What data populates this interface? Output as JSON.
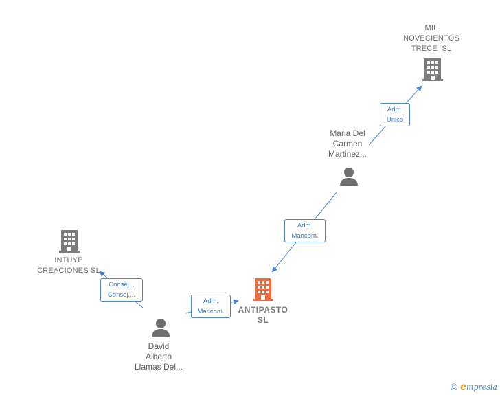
{
  "colors": {
    "edge": "#4a86d2",
    "company_gray": "#7d7d7d",
    "company_focus": "#f26a3d",
    "person": "#6f6f6f"
  },
  "nodes": {
    "mil_novecientos": {
      "lines": [
        "MIL",
        "NOVECIENTOS",
        "TRECE  SL"
      ],
      "icon": "building-icon"
    },
    "maria": {
      "lines": [
        "Maria Del",
        "Carmen",
        "Martinez..."
      ],
      "icon": "person-icon"
    },
    "intuye": {
      "lines": [
        "INTUYE",
        "CREACIONES SL"
      ],
      "icon": "building-icon"
    },
    "antipasto": {
      "lines": [
        "ANTIPASTO",
        "SL"
      ],
      "icon": "building-icon"
    },
    "david": {
      "lines": [
        "David",
        "Alberto",
        "Llamas Del..."
      ],
      "icon": "person-icon"
    }
  },
  "edges": {
    "maria_to_mil": {
      "lines": [
        "Adm.",
        "Unico"
      ]
    },
    "maria_to_antipasto": {
      "lines": [
        "Adm.",
        "Mancom."
      ]
    },
    "david_to_antipasto": {
      "lines": [
        "Adm.",
        "Mancom."
      ]
    },
    "david_to_intuye": {
      "lines": [
        "Consej. .",
        "Consej...."
      ]
    }
  },
  "footer": {
    "copyright": "©",
    "brand_initial": "e",
    "brand_rest": "mpresia"
  }
}
